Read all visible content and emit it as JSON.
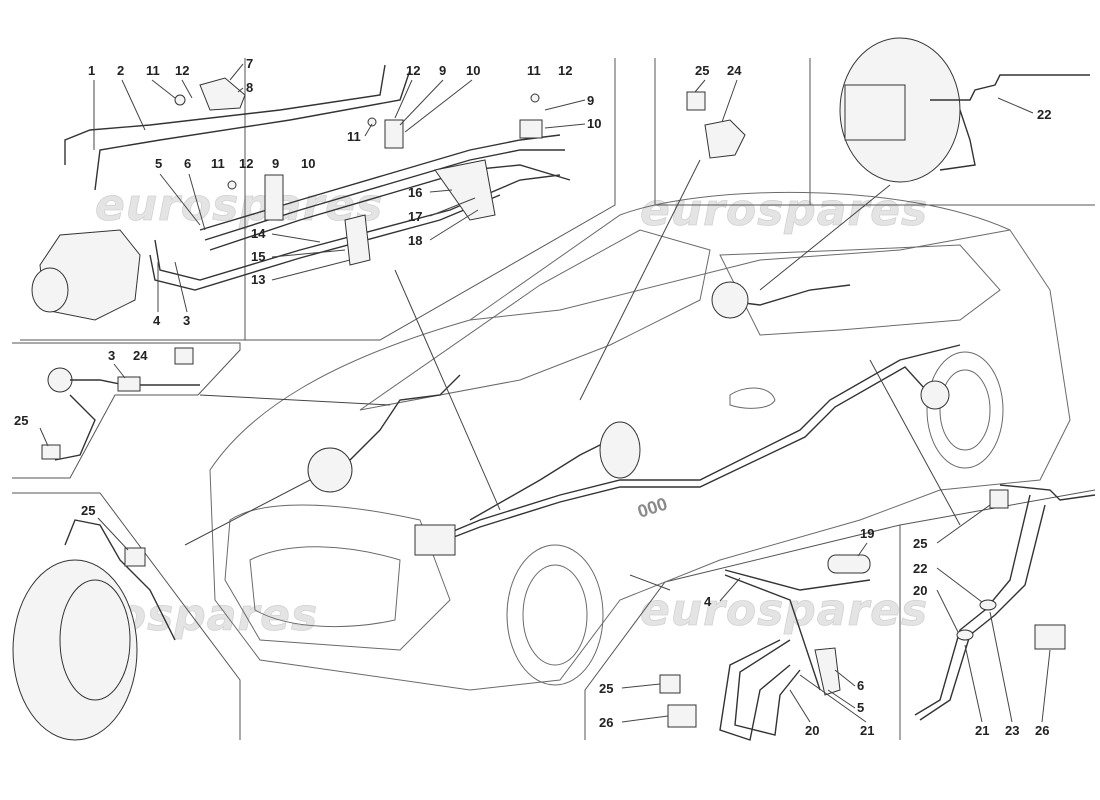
{
  "watermark": "eurospares",
  "callouts": {
    "c1": "1",
    "c2": "2",
    "c3": "3",
    "c4": "4",
    "c5": "5",
    "c6": "6",
    "c7": "7",
    "c8": "8",
    "c9": "9",
    "c10": "10",
    "c11": "11",
    "c12": "12",
    "c13": "13",
    "c14": "14",
    "c15": "15",
    "c16": "16",
    "c17": "17",
    "c18": "18",
    "c19": "19",
    "c20": "20",
    "c21": "21",
    "c22": "22",
    "c23": "23",
    "c24": "24",
    "c25": "25",
    "c26": "26"
  },
  "car_badge": "000",
  "colors": {
    "lines": "#333333",
    "watermark": "#e0e0e0",
    "background": "#ffffff"
  }
}
